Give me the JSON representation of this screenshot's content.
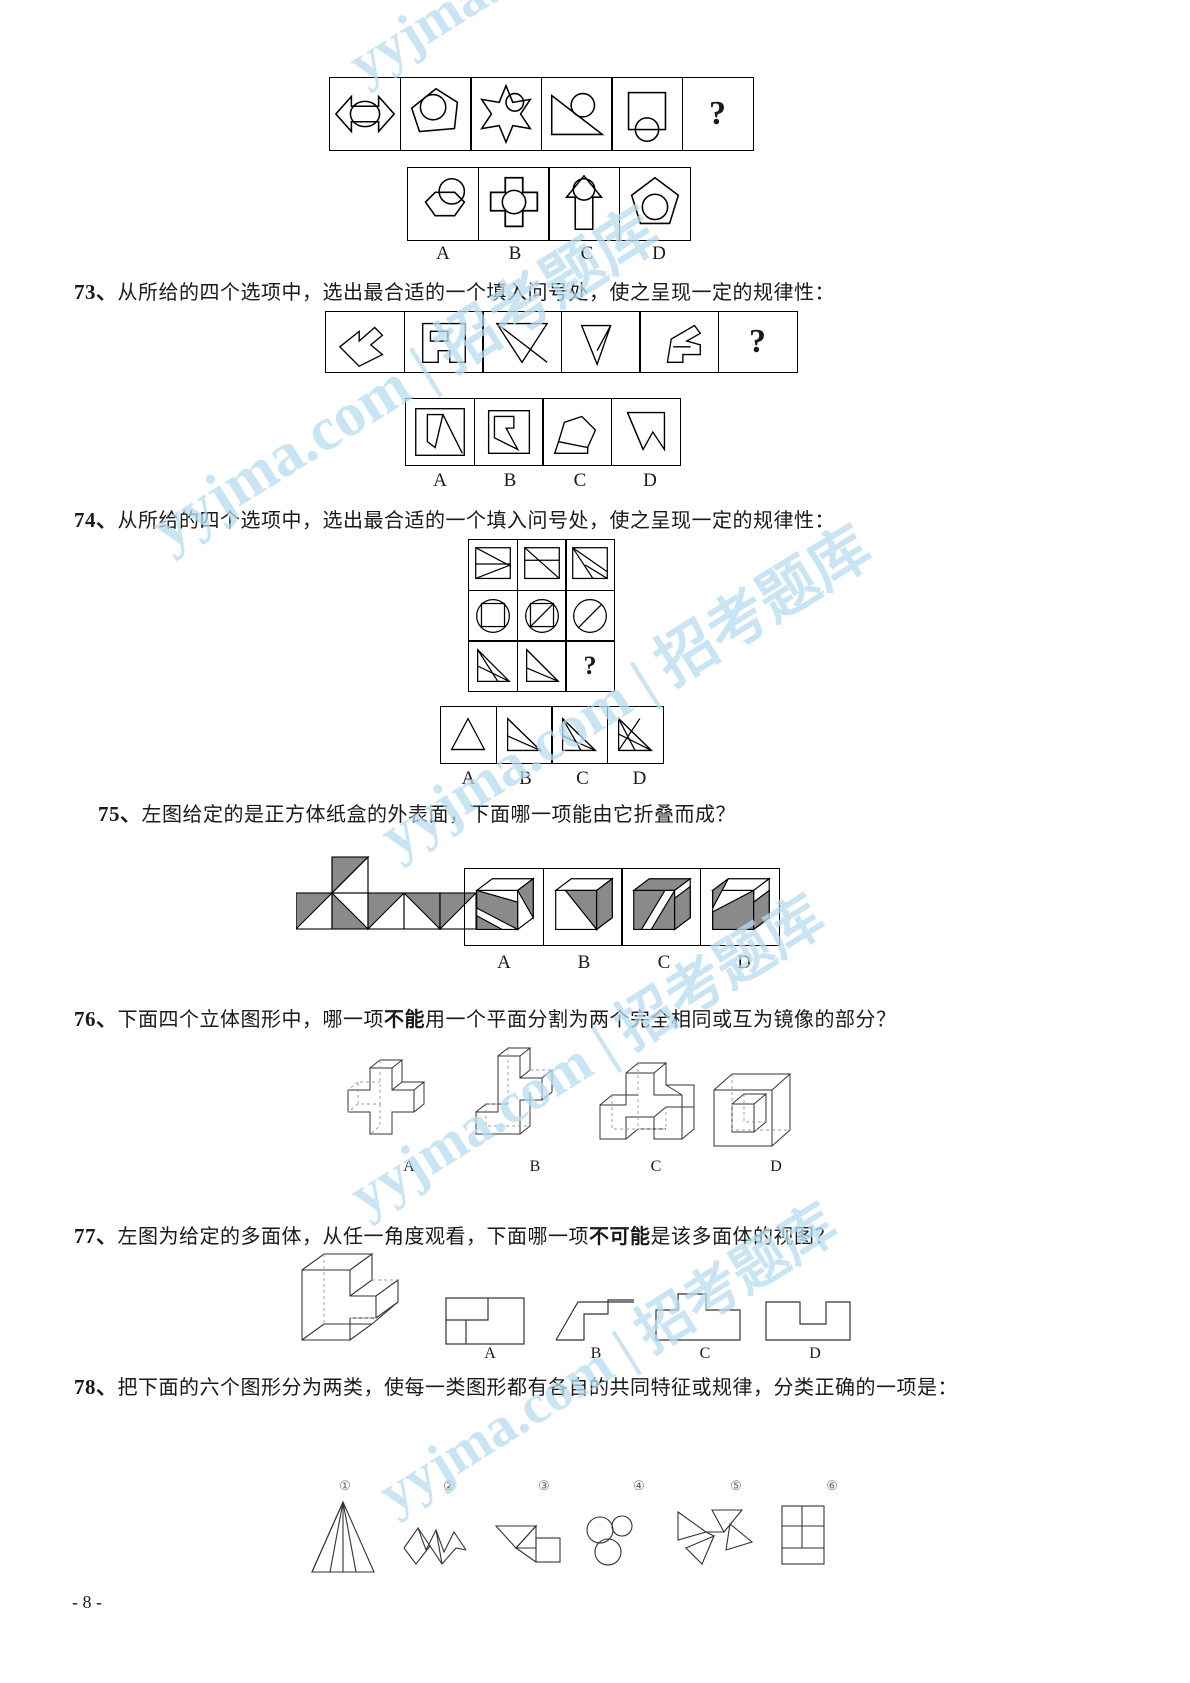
{
  "page": {
    "footer": "- 8 -",
    "watermark_text": "yyjma.com | 招考题库"
  },
  "questions": [
    {
      "id": "q72",
      "number": "",
      "text": "",
      "sequence_labels": [
        "A",
        "B",
        "C",
        "D"
      ]
    },
    {
      "id": "q73",
      "number": "73、",
      "text": "从所给的四个选项中，选出最合适的一个填入问号处，使之呈现一定的规律性：",
      "option_labels": [
        "A",
        "B",
        "C",
        "D"
      ]
    },
    {
      "id": "q74",
      "number": "74、",
      "text": "从所给的四个选项中，选出最合适的一个填入问号处，使之呈现一定的规律性：",
      "option_labels": [
        "A",
        "B",
        "C",
        "D"
      ]
    },
    {
      "id": "q75",
      "number": "75、",
      "text": "左图给定的是正方体纸盒的外表面，下面哪一项能由它折叠而成？",
      "option_labels": [
        "A",
        "B",
        "C",
        "D"
      ]
    },
    {
      "id": "q76",
      "number": "76、",
      "text_parts": [
        {
          "t": "下面四个立体图形中，哪一项",
          "bold": false
        },
        {
          "t": "不能",
          "bold": true
        },
        {
          "t": "用一个平面分割为两个完全相同或互为镜像的部分？",
          "bold": false
        }
      ],
      "option_labels": [
        "A",
        "B",
        "C",
        "D"
      ]
    },
    {
      "id": "q77",
      "number": "77、",
      "text_parts": [
        {
          "t": "左图为给定的多面体，从任一角度观看，下面哪一项",
          "bold": false
        },
        {
          "t": "不可能",
          "bold": true
        },
        {
          "t": "是该多面体的视图？",
          "bold": false
        }
      ],
      "option_labels": [
        "A",
        "B",
        "C",
        "D"
      ]
    },
    {
      "id": "q78",
      "number": "78、",
      "text": "把下面的六个图形分为两类，使每一类图形都有各自的共同特征或规律，分类正确的一项是：",
      "figure_numbers": [
        "①",
        "②",
        "③",
        "④",
        "⑤",
        "⑥"
      ]
    }
  ],
  "symbols": {
    "question_mark": "?"
  },
  "colors": {
    "ink": "#1a1a1a",
    "line": "#000000",
    "watermark": "#b8dcf0",
    "shade_dark": "#808080",
    "shade_mid": "#9a9a9a"
  }
}
